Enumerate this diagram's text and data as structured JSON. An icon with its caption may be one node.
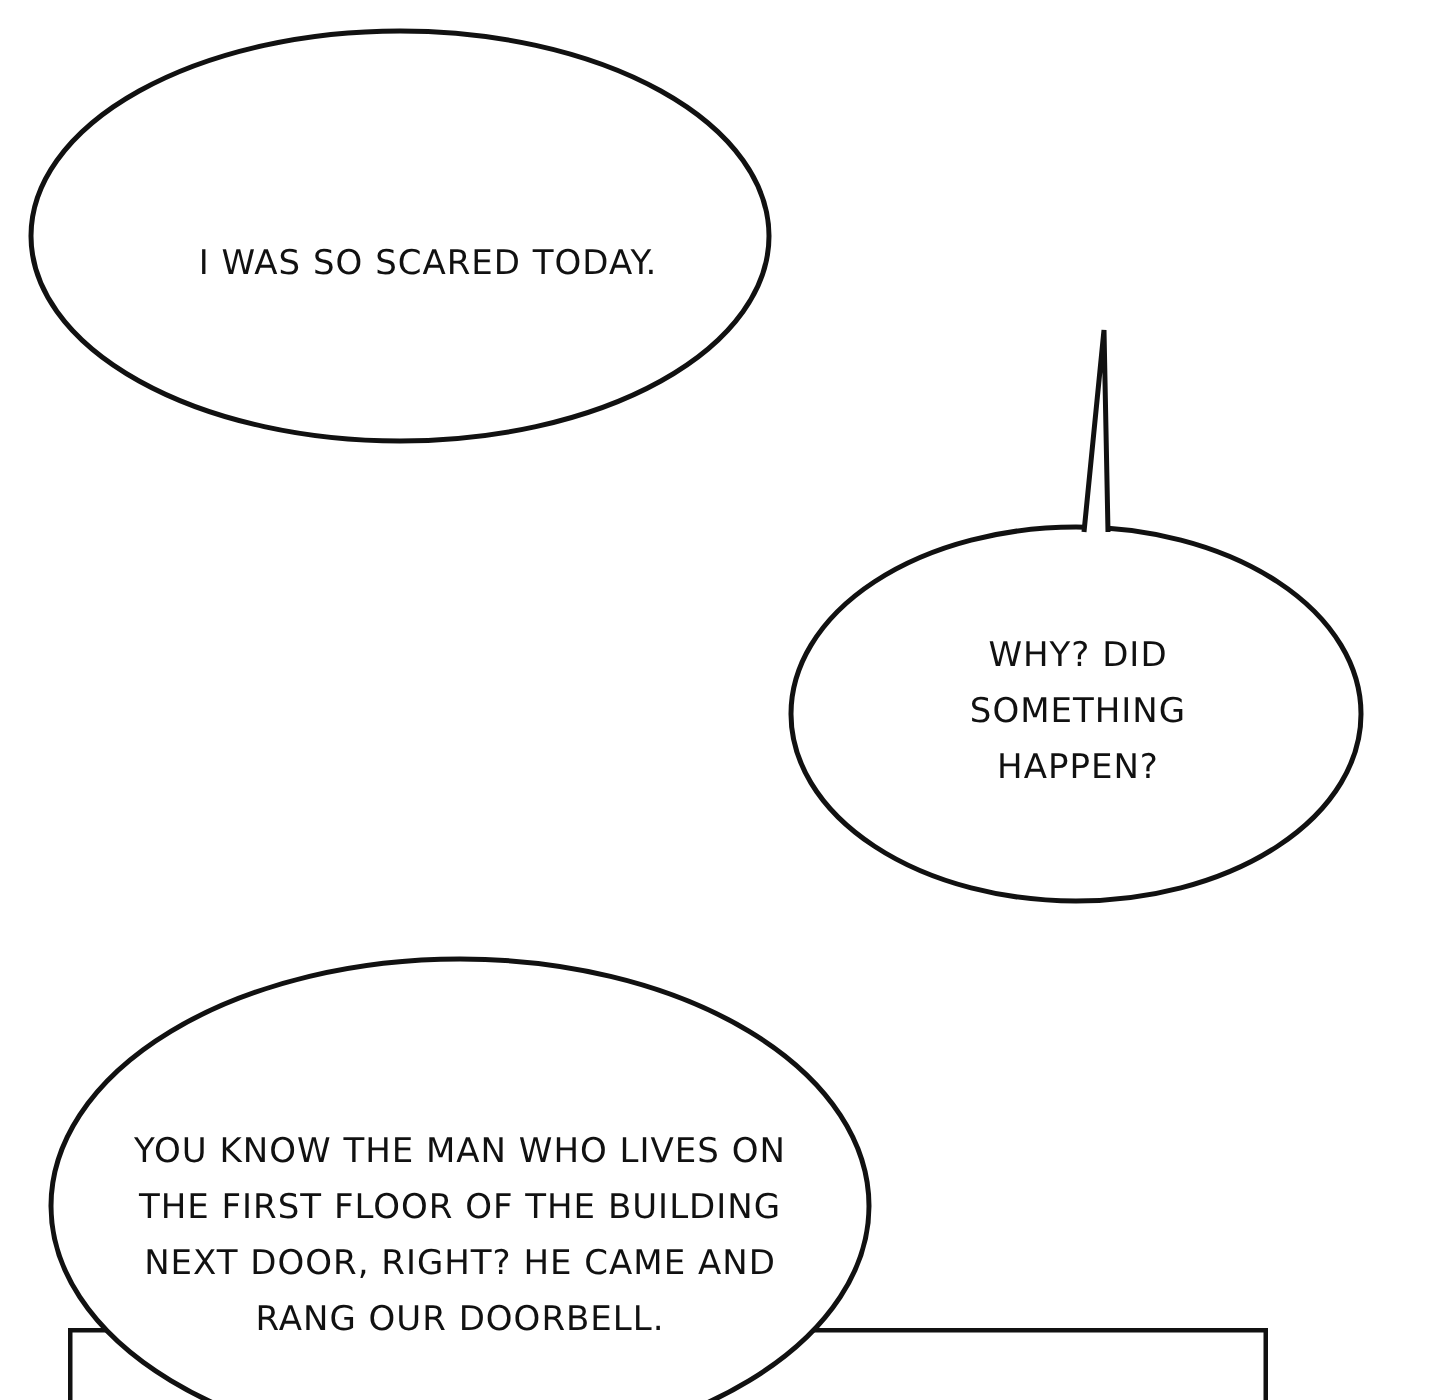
{
  "diagram": {
    "nodes": [
      {
        "text": [
          "I WAS SO SCARED TODAY."
        ]
      },
      {
        "text": [
          "WHY? DID SOMETHING HAPPEN?"
        ]
      },
      {
        "text": [
          "YOU KNOW THE MAN WHO LIVES ON THE FIRST FLOOR OF THE BUILDING NEXT DOOR, RIGHT? HE CAME AND RANG OUR DOORBELL."
        ]
      }
    ]
  }
}
